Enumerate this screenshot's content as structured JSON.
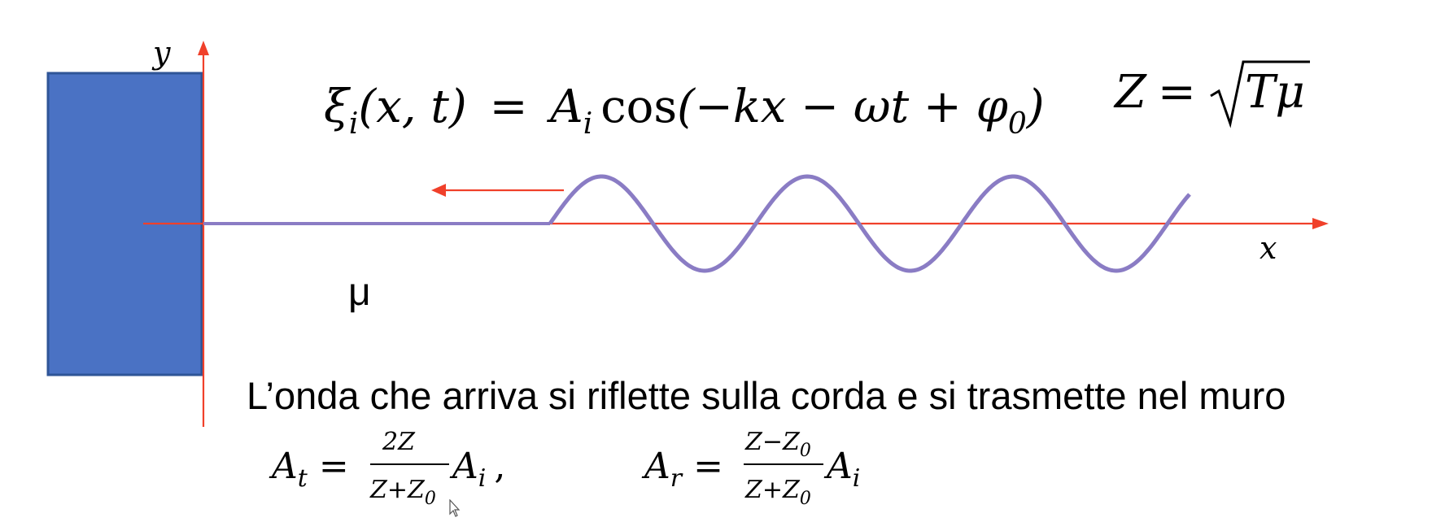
{
  "axes": {
    "y_label": "y",
    "x_label": "x",
    "color": "#f0402a"
  },
  "wall": {
    "fill": "#4a72c4",
    "stroke": "#2f5597"
  },
  "string": {
    "color": "#8a7cc4"
  },
  "medium_label": "μ",
  "incident_wave": {
    "lhs": "ξ",
    "lhs_sub": "i",
    "lhs_args": "(x, t)",
    "eq": "=",
    "amp": "A",
    "amp_sub": "i",
    "fn": "cos",
    "arg_open": "(−kx − ωt + ",
    "phi": "φ",
    "phi_sub": "0",
    "arg_close": ")"
  },
  "impedance": {
    "lhs": "Z",
    "eq": "=",
    "radicand": "Tμ"
  },
  "description": "L’onda che arriva si riflette sulla corda e si trasmette nel muro",
  "transmitted": {
    "lhs": "A",
    "lhs_sub": "t",
    "eq": "=",
    "num": "2Z",
    "den_a": "Z+Z",
    "den_sub": "0",
    "rhs": "A",
    "rhs_sub": "i",
    "sep": ","
  },
  "reflected": {
    "lhs": "A",
    "lhs_sub": "r",
    "eq": "=",
    "num_a": "Z−Z",
    "num_sub": "0",
    "den_a": "Z+Z",
    "den_sub": "0",
    "rhs": "A",
    "rhs_sub": "i"
  },
  "propagation_direction": "left"
}
